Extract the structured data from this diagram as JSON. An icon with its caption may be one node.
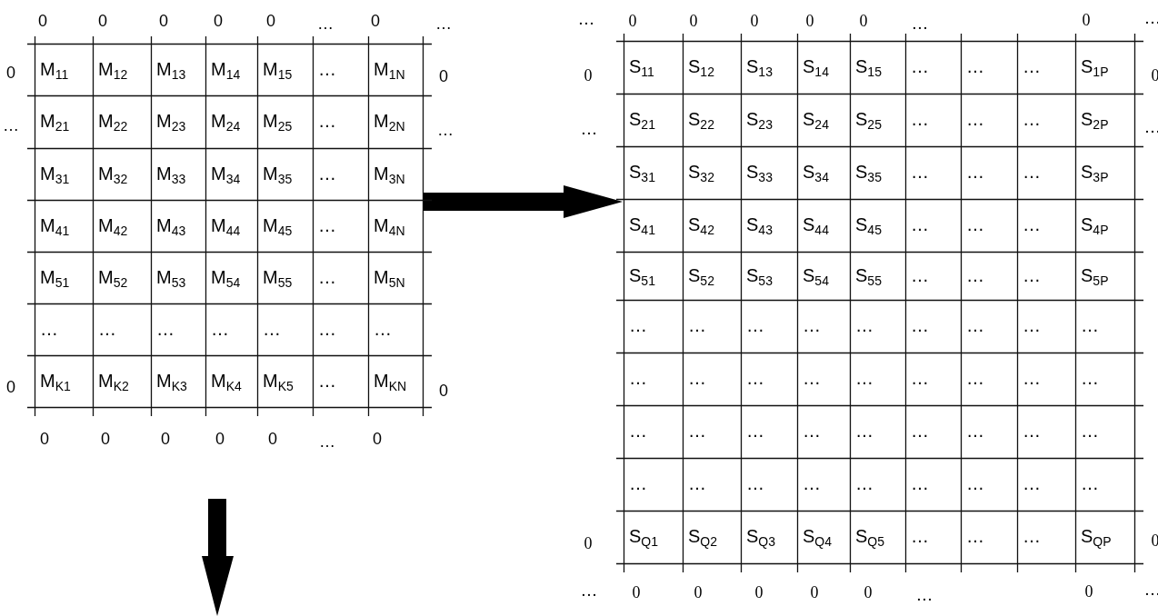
{
  "diagram": {
    "nodes": [
      {
        "text": [
          "M$_{11}$",
          "M$_{12}$",
          "M$_{13}$",
          "M$_{14}$",
          "M$_{15}$",
          "…",
          "M$_{1N}$",
          "M$_{21}$",
          "M$_{22}$",
          "M$_{23}$",
          "M$_{24}$",
          "M$_{25}$",
          "…",
          "M$_{2N}$",
          "M$_{31}$",
          "M$_{32}$",
          "M$_{33}$",
          "M$_{34}$",
          "M$_{35}$",
          "…",
          "M$_{3N}$",
          "M$_{41}$",
          "M$_{42}$",
          "M$_{43}$",
          "M$_{44}$",
          "M$_{45}$",
          "…",
          "M$_{4N}$",
          "M$_{51}$",
          "M$_{52}$",
          "M$_{53}$",
          "M$_{54}$",
          "M$_{55}$",
          "…",
          "M$_{5N}$",
          "…",
          "…",
          "…",
          "…",
          "…",
          "…",
          "…",
          "M$_{K1}$",
          "M$_{K2}$",
          "M$_{K3}$",
          "M$_{K4}$",
          "M$_{K5}$",
          "…",
          "M$_{KN}$"
        ]
      },
      {
        "text": [
          "S$_{11}$",
          "S$_{12}$",
          "S$_{13}$",
          "S$_{14}$",
          "S$_{15}$",
          "…",
          "…",
          "…",
          "S$_{1P}$",
          "S$_{21}$",
          "S$_{22}$",
          "S$_{23}$",
          "S$_{24}$",
          "S$_{25}$",
          "…",
          "…",
          "…",
          "S$_{2P}$",
          "S$_{31}$",
          "S$_{32}$",
          "S$_{33}$",
          "S$_{34}$",
          "S$_{35}$",
          "…",
          "…",
          "…",
          "S$_{3P}$",
          "S$_{41}$",
          "S$_{42}$",
          "S$_{43}$",
          "S$_{44}$",
          "S$_{45}$",
          "…",
          "…",
          "…",
          "S$_{4P}$",
          "S$_{51}$",
          "S$_{52}$",
          "S$_{53}$",
          "S$_{54}$",
          "S$_{55}$",
          "…",
          "…",
          "…",
          "S$_{5P}$",
          "…",
          "…",
          "…",
          "…",
          "…",
          "…",
          "…",
          "…",
          "…",
          "…",
          "…",
          "…",
          "…",
          "…",
          "…",
          "…",
          "…",
          "…",
          "…",
          "…",
          "…",
          "…",
          "…",
          "…",
          "…",
          "…",
          "…",
          "…",
          "…",
          "…",
          "…",
          "…",
          "…",
          "…",
          "…",
          "…",
          "S$_{Q1}$",
          "S$_{Q2}$",
          "S$_{Q3}$",
          "S$_{Q4}$",
          "S$_{Q5}$",
          "…",
          "…",
          "…",
          "S$_{QP}$"
        ]
      }
    ],
    "edges": [
      {
        "from": 0,
        "to": 1,
        "arrow": "to",
        "style": "thick"
      }
    ],
    "labels": [
      "0",
      "0",
      "0",
      "0",
      "0",
      "…",
      "0",
      "…",
      "0",
      "0",
      "…",
      "…",
      "0",
      "0",
      "0",
      "0",
      "0",
      "0",
      "0",
      "…",
      "0",
      "…",
      "0",
      "0",
      "0",
      "0",
      "0",
      "…",
      "0",
      "…",
      "0",
      "0",
      "…",
      "…",
      "0",
      "0",
      "…",
      "0",
      "0",
      "0",
      "0",
      "0",
      "…",
      "0",
      "…"
    ]
  }
}
